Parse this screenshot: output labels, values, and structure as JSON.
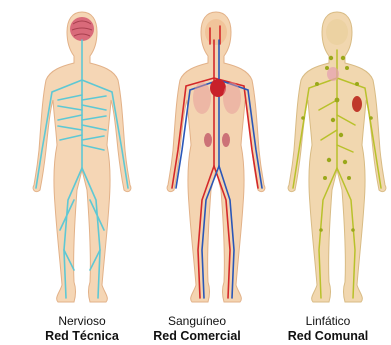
{
  "figures": [
    {
      "system": "Nervioso",
      "network": "Red Técnica"
    },
    {
      "system": "Sanguíneo",
      "network": "Red Comercial"
    },
    {
      "system": "Linfático",
      "network": "Red Comunal"
    }
  ],
  "colors": {
    "skin": "#f2c9a0",
    "nerve": "#5ec8d4",
    "brain": "#d96a7a",
    "artery": "#d4282a",
    "vein": "#2a57b8",
    "lymph": "#b8c12a"
  }
}
